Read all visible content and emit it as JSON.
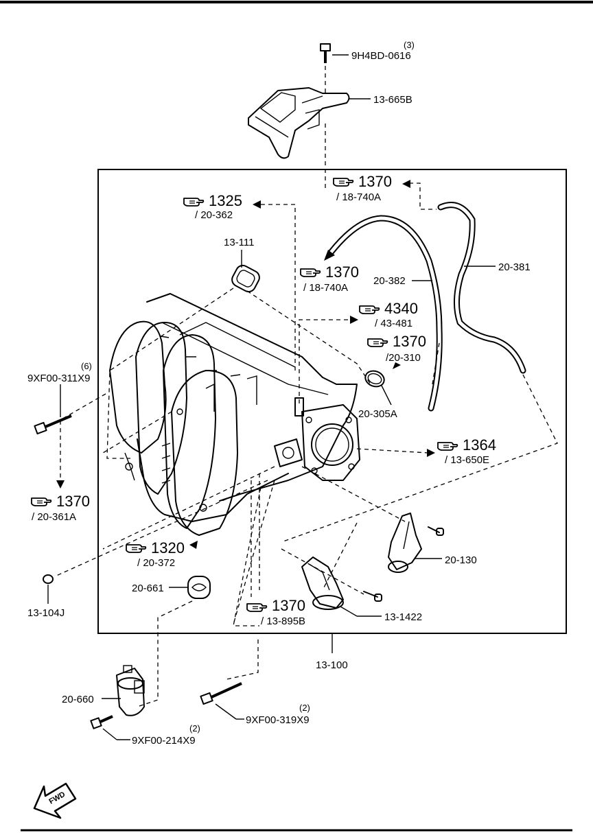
{
  "parts": {
    "bolt_top": "9H4BD-0616",
    "bolt_top_qty": "(3)",
    "bracket": "13-665B",
    "gasket_13111": "13-111",
    "hose_20382": "20-382",
    "hose_20381": "20-381",
    "bolt_left": "9XF00-311X9",
    "bolt_left_qty": "(6)",
    "oring_20305A": "20-305A",
    "sensor_20130": "20-130",
    "plug_13104J": "13-104J",
    "gasket_20661": "20-661",
    "valve_131422": "13-1422",
    "assembly_13100": "13-100",
    "solenoid_20660": "20-660",
    "bolt_319": "9XF00-319X9",
    "bolt_319_qty": "(2)",
    "bolt_214": "9XF00-214X9",
    "bolt_214_qty": "(2)"
  },
  "refs": [
    {
      "num": "1370",
      "sub": "/ 18-740A"
    },
    {
      "num": "1325",
      "sub": "/ 20-362"
    },
    {
      "num": "1370",
      "sub": "/ 18-740A"
    },
    {
      "num": "4340",
      "sub": "/ 43-481"
    },
    {
      "num": "1370",
      "sub": "/20-310"
    },
    {
      "num": "1364",
      "sub": "/ 13-650E"
    },
    {
      "num": "1370",
      "sub": "/ 20-361A"
    },
    {
      "num": "1320",
      "sub": "/ 20-372"
    },
    {
      "num": "1370",
      "sub": "/ 13-895B"
    }
  ],
  "fwd_label": "FWD"
}
